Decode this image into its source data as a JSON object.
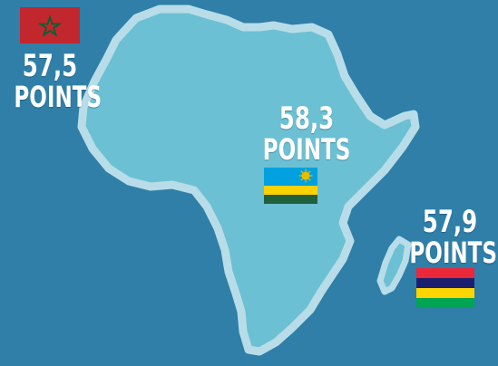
{
  "colors": {
    "ocean": "#2f7fa8",
    "land": "#6cc0d3",
    "coast": "#b8dde8",
    "text": "#ffffff"
  },
  "countries": [
    {
      "name": "Morocco",
      "score": "57,5",
      "unit": "POINTS",
      "flag_colors": [
        "#c1272d",
        "#006233"
      ]
    },
    {
      "name": "Rwanda",
      "score": "58,3",
      "unit": "POINTS",
      "flag_colors": [
        "#00a1de",
        "#fad201",
        "#20603d",
        "#e5be01"
      ]
    },
    {
      "name": "Mauritius",
      "score": "57,9",
      "unit": "POINTS",
      "flag_colors": [
        "#ea2839",
        "#1a206d",
        "#ffd500",
        "#00a551"
      ]
    }
  ]
}
